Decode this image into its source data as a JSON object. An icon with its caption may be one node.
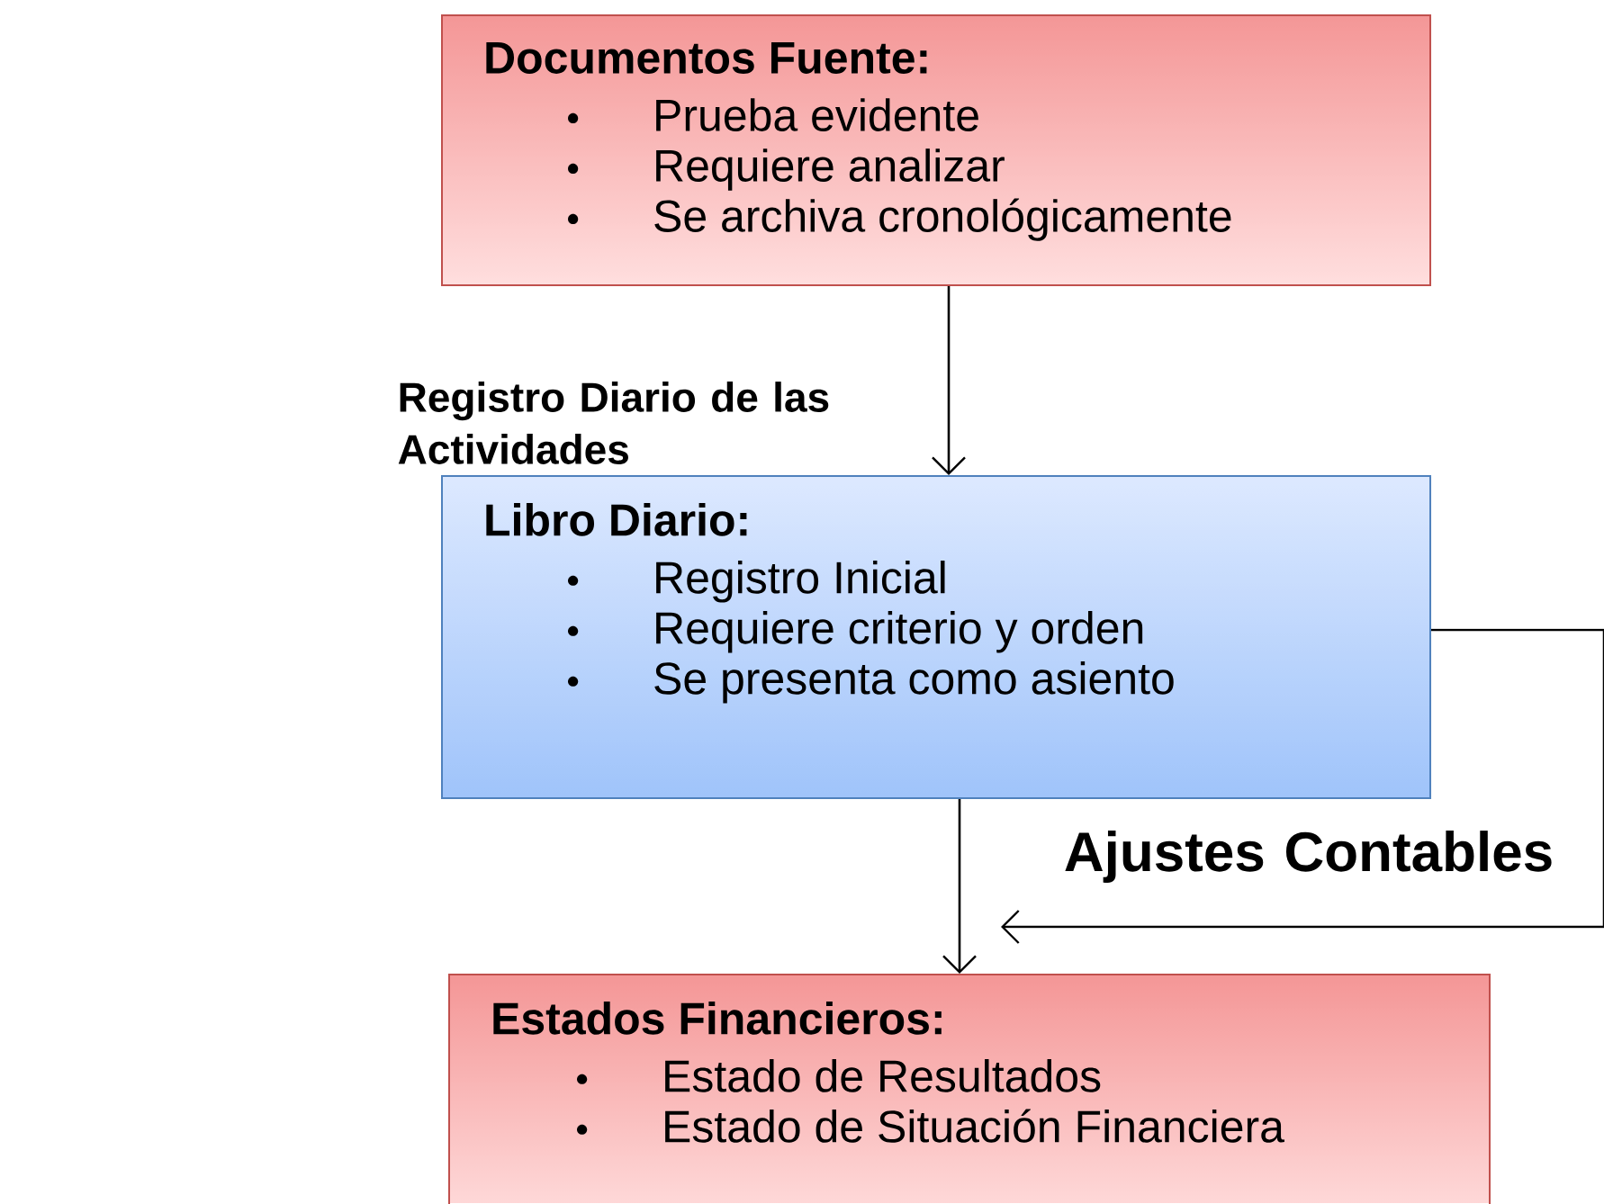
{
  "diagram": {
    "nodes": [
      {
        "text": [
          "Documentos Fuente:",
          "Prueba evidente",
          "Requiere analizar",
          "Se archiva cronológicamente"
        ]
      },
      {
        "text": [
          "Libro Diario:",
          "Registro Inicial",
          "Requiere criterio y orden",
          "Se presenta como asiento"
        ]
      },
      {
        "text": [
          "Estados Financieros:",
          "Estado de Resultados",
          "Estado de Situación Financiera"
        ]
      }
    ],
    "edges": [
      {
        "from": 0,
        "to": 1,
        "arrow": "to",
        "label": "Registro Diario de las Actividades"
      },
      {
        "from": 1,
        "to": 2,
        "arrow": "to"
      },
      {
        "from": 1,
        "to": 2,
        "arrow": "to",
        "label": "Ajustes Contables"
      }
    ]
  }
}
